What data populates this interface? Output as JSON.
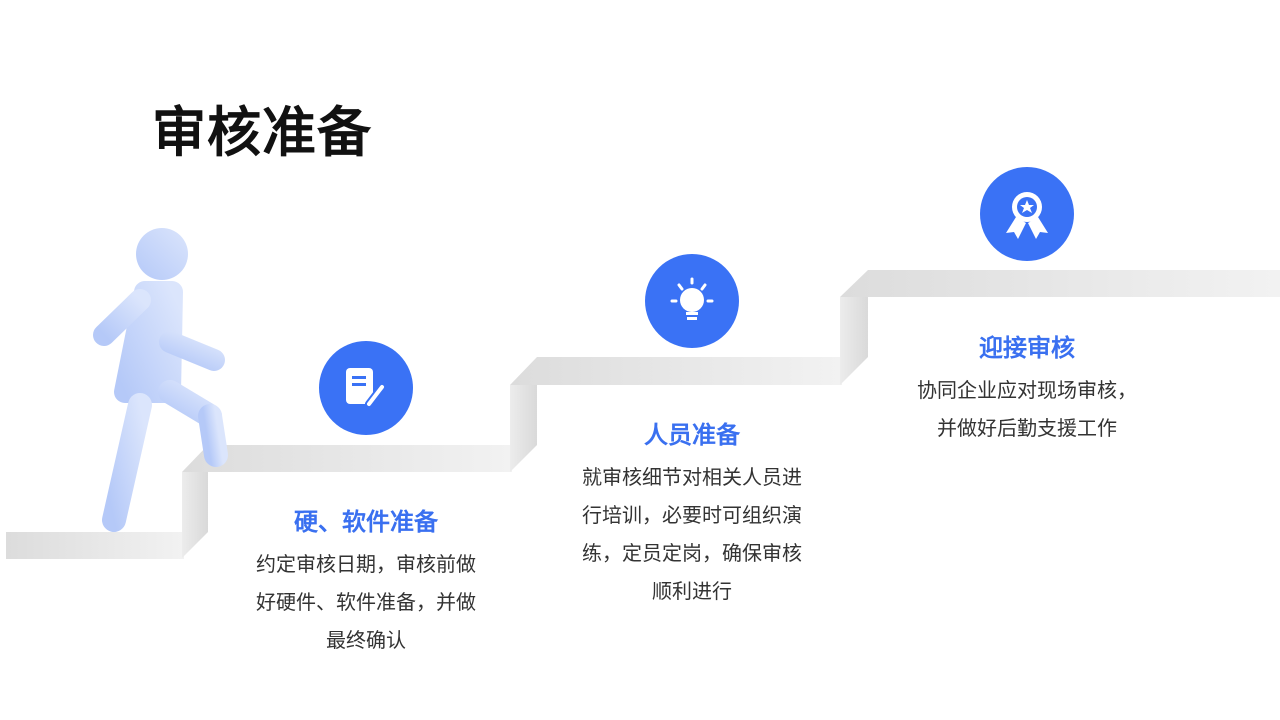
{
  "title": "审核准备",
  "steps": [
    {
      "icon": "document-edit-icon",
      "heading": "硬、软件准备",
      "lines": [
        "约定审核日期，审核前做",
        "好硬件、软件准备，并做",
        "最终确认"
      ]
    },
    {
      "icon": "lightbulb-icon",
      "heading": "人员准备",
      "lines": [
        "就审核细节对相关人员进",
        "行培训，必要时可组织演",
        "练，定员定岗，确保审核",
        "顺利进行"
      ]
    },
    {
      "icon": "award-badge-icon",
      "heading": "迎接审核",
      "lines": [
        "协同企业应对现场审核，",
        "并做好后勤支援工作"
      ]
    }
  ],
  "colors": {
    "accent": "#3a72f5",
    "heading": "#3a70f0",
    "person": "#c9d8fb",
    "stairs": "#e4e4e4"
  }
}
